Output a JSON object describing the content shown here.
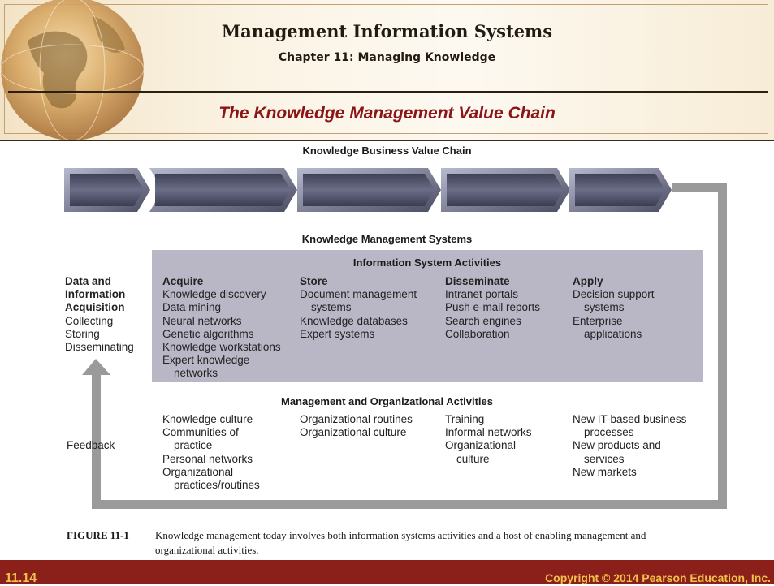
{
  "header": {
    "title": "Management Information Systems",
    "chapter": "Chapter 11: Managing Knowledge",
    "slide_title": "The Knowledge Management Value Chain"
  },
  "diagram": {
    "value_chain_title": "Knowledge Business Value Chain",
    "kms_title": "Knowledge Management Systems",
    "is_activities_title": "Information System Activities",
    "data_acquisition": {
      "lines": [
        "Data and",
        "Information",
        "Acquisition"
      ],
      "sub": [
        "Collecting",
        "Storing",
        "Disseminating"
      ]
    },
    "feedback_label": "Feedback",
    "stages": [
      {
        "name": "Acquire",
        "is_items": [
          "Knowledge discovery",
          "Data mining",
          "Neural networks",
          "Genetic algorithms",
          "Knowledge workstations",
          "Expert knowledge",
          "networks"
        ]
      },
      {
        "name": "Store",
        "is_items": [
          "Document management",
          "systems",
          "Knowledge databases",
          "Expert systems"
        ]
      },
      {
        "name": "Disseminate",
        "is_items": [
          "Intranet portals",
          "Push e-mail reports",
          "Search engines",
          "Collaboration"
        ]
      },
      {
        "name": "Apply",
        "is_items": [
          "Decision support",
          "systems",
          "Enterprise",
          "applications"
        ]
      }
    ],
    "mgmt_title": "Management and Organizational Activities",
    "mgmt_columns": [
      [
        "Knowledge culture",
        "Communities of",
        "practice",
        "Personal networks",
        "Organizational",
        "practices/routines"
      ],
      [
        "Organizational routines",
        "Organizational culture"
      ],
      [
        "Training",
        "Informal networks",
        "Organizational",
        "culture"
      ],
      [
        "New IT-based business",
        "processes",
        "New products and",
        "services",
        "New markets"
      ]
    ]
  },
  "caption": {
    "label": "FIGURE 11-1",
    "text": "Knowledge management today involves both information systems activities and a host of enabling management and organizational activities."
  },
  "footer": {
    "page": "11.14",
    "copyright": "Copyright © 2014 Pearson Education, Inc."
  },
  "colors": {
    "title_red": "#8b1416",
    "footer_bg": "#8b1f1a",
    "footer_text": "#f1c24a",
    "is_box": "#b9b6c6",
    "arrow_gray": "#9a9a9a"
  }
}
